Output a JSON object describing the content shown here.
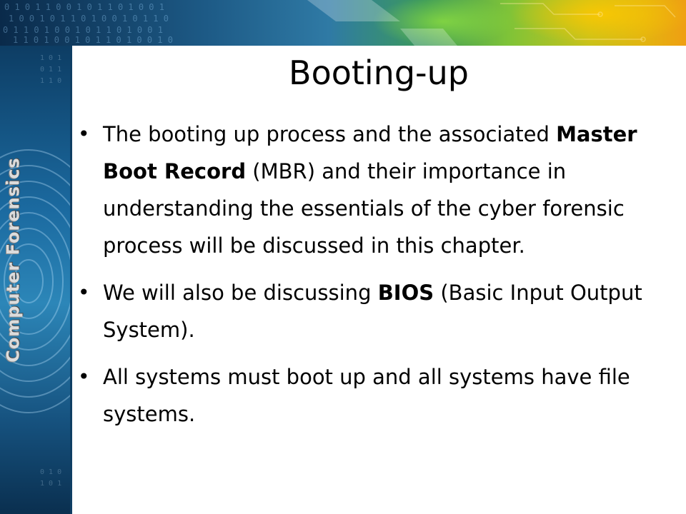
{
  "banner": {
    "label": "Computer Forensics"
  },
  "slide": {
    "title": "Booting-up",
    "bullets": [
      {
        "parts": [
          {
            "text": "The booting up process and the associated ",
            "bold": false
          },
          {
            "text": "Master Boot Record",
            "bold": true
          },
          {
            "text": " (MBR) and their importance in understanding the essentials of the cyber forensic process will be discussed in this chapter.",
            "bold": false
          }
        ]
      },
      {
        "parts": [
          {
            "text": "We will also be discussing ",
            "bold": false
          },
          {
            "text": "BIOS",
            "bold": true
          },
          {
            "text": " (Basic Input Output System).",
            "bold": false
          }
        ]
      },
      {
        "parts": [
          {
            "text": "All systems must boot up and all systems have file systems.",
            "bold": false
          }
        ]
      }
    ]
  },
  "colors": {
    "banner_start": "#0a2a4a",
    "banner_end": "#ef9f12",
    "strip": "#1b6aa0"
  }
}
